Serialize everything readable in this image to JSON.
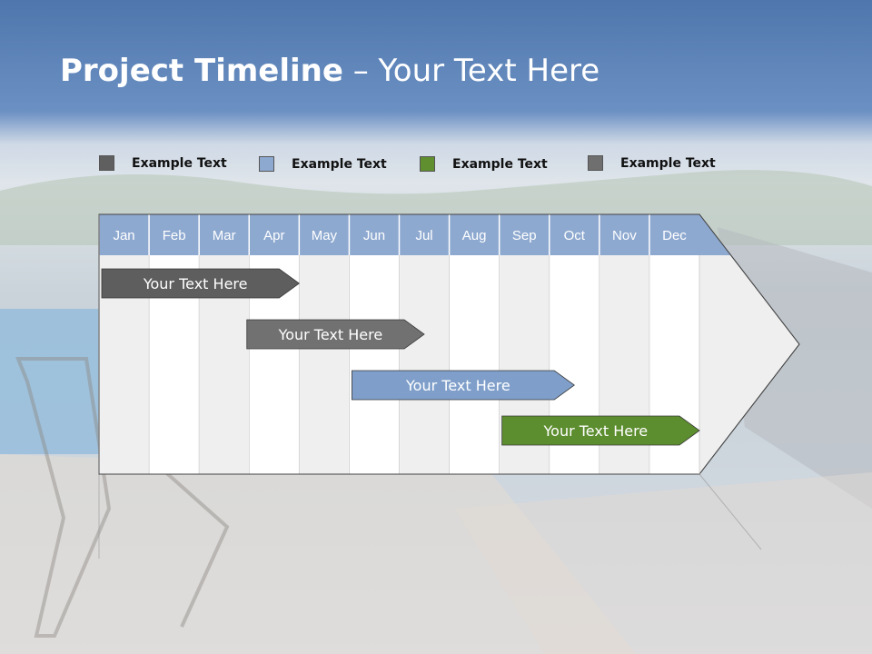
{
  "title": {
    "bold": "Project Timeline",
    "rest": " – Your Text Here"
  },
  "legend": [
    {
      "label": "Example Text",
      "color": "#5f5f5f"
    },
    {
      "label": "Example Text",
      "color": "#8ea9d0"
    },
    {
      "label": "Example Text",
      "color": "#5f8f2f"
    },
    {
      "label": "Example Text",
      "color": "#6f6f6f"
    }
  ],
  "months": [
    "Jan",
    "Feb",
    "Mar",
    "Apr",
    "May",
    "Jun",
    "Jul",
    "Aug",
    "Sep",
    "Oct",
    "Nov",
    "Dec"
  ],
  "tasks": [
    {
      "label": "Your  Text Here",
      "start_month": 1.0,
      "end_month": 4.0,
      "color": "#5e5e5e"
    },
    {
      "label": "Your  Text Here",
      "start_month": 3.9,
      "end_month": 6.5,
      "color": "#717171"
    },
    {
      "label": "Your  Text Here",
      "start_month": 6.0,
      "end_month": 9.5,
      "color": "#7f9fca"
    },
    {
      "label": "Your  Text Here",
      "start_month": 9.0,
      "end_month": 12.0,
      "color": "#5c8d2e"
    }
  ],
  "colors": {
    "header": "#8ea9d0",
    "band_light": "#efefef",
    "band_white": "#ffffff",
    "banner": "#6a8cbf"
  }
}
